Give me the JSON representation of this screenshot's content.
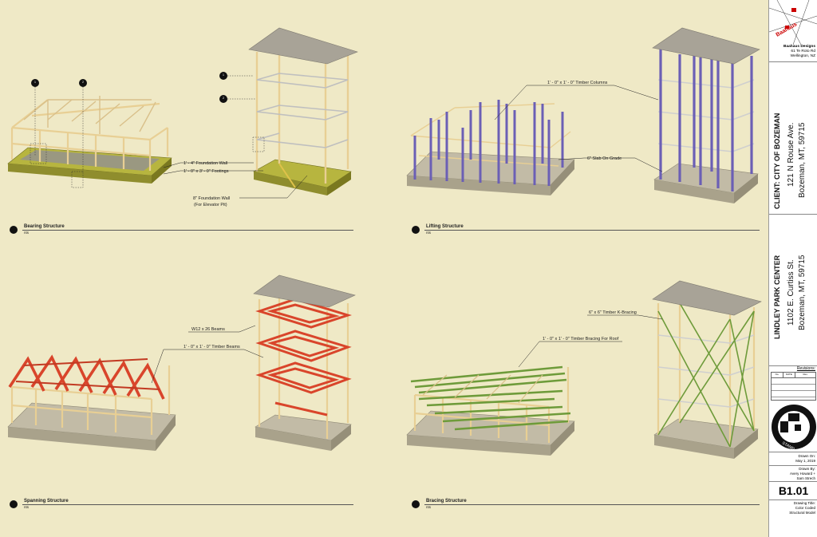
{
  "panels": [
    {
      "number": "1",
      "ref": "B1.01",
      "title": "Bearing Structure",
      "scale": "nts",
      "callouts": [
        "1' - 4\" Foundation Wall",
        "1' - 0\" x 3' - 0\" Footings",
        "8\" Foundation Wall",
        "(For Elevator Pit)"
      ],
      "section_tags": [
        {
          "num": "1",
          "ref": "B1.02"
        },
        {
          "num": "2",
          "ref": "B1.02"
        },
        {
          "num": "1",
          "ref": "B1.02"
        },
        {
          "num": "2",
          "ref": "B1.02"
        }
      ]
    },
    {
      "number": "2",
      "ref": "B1.01",
      "title": "Lifting Structure",
      "scale": "nts",
      "callouts": [
        "1' - 0\" x 1' - 0\" Timber Columns",
        "6\" Slab On Grade"
      ]
    },
    {
      "number": "3",
      "ref": "B1.01",
      "title": "Spanning Structure",
      "scale": "nts",
      "callouts": [
        "W12 x 26 Beams",
        "1' - 0\" x 1' - 0\" Timber Beams"
      ]
    },
    {
      "number": "4",
      "ref": "B1.01",
      "title": "Bracing Structure",
      "scale": "nts",
      "callouts": [
        "6\" x 6\" Timber K-Bracing",
        "1' - 0\" x 1' - 0\" Timber Bracing For Roof"
      ]
    }
  ],
  "colors": {
    "sheet": "#efe9c6",
    "timber": "#f0d9a8",
    "foundation": "#b7b53f",
    "columns": "#6b5fb5",
    "beams": "#d9452b",
    "bracing": "#6e9b3a",
    "roof": "#a8a397",
    "slab": "#c2bba6"
  },
  "title_block": {
    "logo_text": "Baahaus",
    "firm": "Baahaus Designs",
    "firm_address_1": "61 Te Roto Rd",
    "firm_address_2": "Wellington, NZ",
    "client": "CLIENT: CITY OF BOZEMAN",
    "client_address_1": "121 N Rouse Ave.",
    "client_address_2": "Bozeman, MT, 59715",
    "project": "LINDLEY PARK CENTER",
    "project_address_1": "1102 E. Curtiss St.",
    "project_address_2": "Bozeman, MT, 59715",
    "revisions_label": "Revisions:",
    "revision_headers": [
      "No.",
      "DATE",
      "Rev."
    ],
    "stamp_text": "STAMP",
    "drawn_on_label": "Drawn On:",
    "drawn_on": "May 1, 2019",
    "drawn_by_label": "Drawn By:",
    "drawn_by": "Avery Howard +",
    "drawn_by_2": "Sam Strech",
    "sheet_number": "B1.01",
    "drawing_title_label": "Drawing Title:",
    "drawing_title_1": "Color Coded",
    "drawing_title_2": "Structural Model"
  }
}
